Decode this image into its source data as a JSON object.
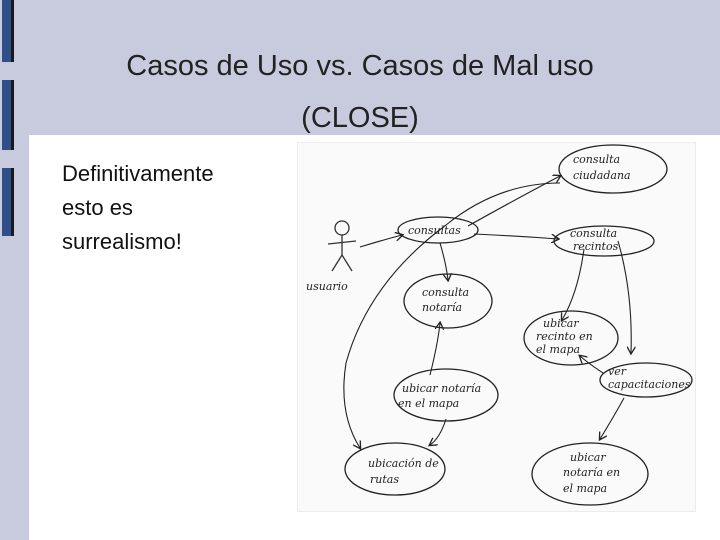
{
  "slide": {
    "title_line1": "Casos de Uso vs. Casos de Mal uso",
    "title_line2": "(CLOSE)",
    "body_lines": [
      "Definitivamente",
      "esto es",
      "surrealismo!"
    ]
  },
  "diagram": {
    "actor": "usuario",
    "use_cases": [
      {
        "id": "consulta-ciudadana",
        "lines": [
          "consulta",
          "ciudadana"
        ]
      },
      {
        "id": "consultas",
        "lines": [
          "consultas"
        ]
      },
      {
        "id": "consulta-recintos",
        "lines": [
          "consulta",
          "recintos"
        ]
      },
      {
        "id": "consulta-notaria",
        "lines": [
          "consulta",
          "notaría"
        ]
      },
      {
        "id": "ubicar-recinto",
        "lines": [
          "ubicar",
          "recinto en",
          "el mapa"
        ]
      },
      {
        "id": "ver-capacitaciones",
        "lines": [
          "ver",
          "capacitaciones"
        ]
      },
      {
        "id": "ubicar-notaria",
        "lines": [
          "ubicar notaría",
          "en el mapa"
        ]
      },
      {
        "id": "ubicacion-rutas",
        "lines": [
          "ubicación de",
          "rutas"
        ]
      },
      {
        "id": "ubicar-notaria-mapa",
        "lines": [
          "ubicar",
          "notaría en",
          "el mapa"
        ]
      }
    ]
  },
  "colors": {
    "background": "#c7cbdd",
    "accent_bar": "#2f4f8a",
    "content_bg": "#ffffff"
  }
}
